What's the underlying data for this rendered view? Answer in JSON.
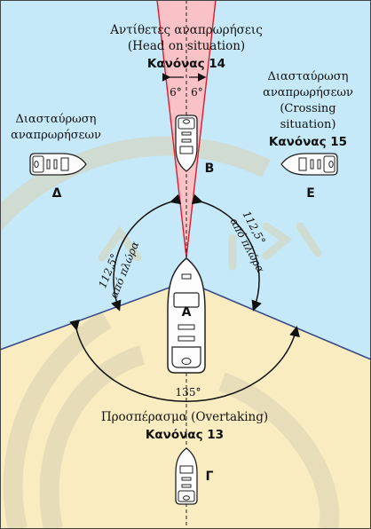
{
  "colors": {
    "sea": "#c5e9f8",
    "sand": "#f9ecc1",
    "red_sector": "#f8c2c6",
    "red_line": "#e01b2a",
    "sector_line": "#3a4a8a",
    "ship_hull": "#fdfdfd",
    "ship_outline": "#222222",
    "watermark": "#d8d2b2"
  },
  "head_on": {
    "title_greek": "Αντίθετες αναπρωρήσεις",
    "title_english": "(Head on situation)",
    "rule": "Κανόνας 14",
    "angle_left": "6°",
    "angle_right": "6°"
  },
  "crossing_left": {
    "line1": "Διασταύρωση",
    "line2": "αναπρωρήσεων"
  },
  "crossing_right": {
    "line1": "Διασταύρωση",
    "line2": "αναπρωρήσεων",
    "line3": "(Crossing",
    "line4": "situation)",
    "rule": "Κανόνας 15"
  },
  "sector_labels": {
    "left_line1": "112,5°",
    "left_line2": "από πλώρα",
    "right_line1": "112,5°",
    "right_line2": "από πλώρα",
    "stern": "135°"
  },
  "overtaking": {
    "title": "Προσπέρασμα (Overtaking)",
    "rule": "Κανόνας 13"
  },
  "ships": {
    "own": "Α",
    "ahead": "Β",
    "stern": "Γ",
    "port": "Δ",
    "starboard": "Ε"
  }
}
